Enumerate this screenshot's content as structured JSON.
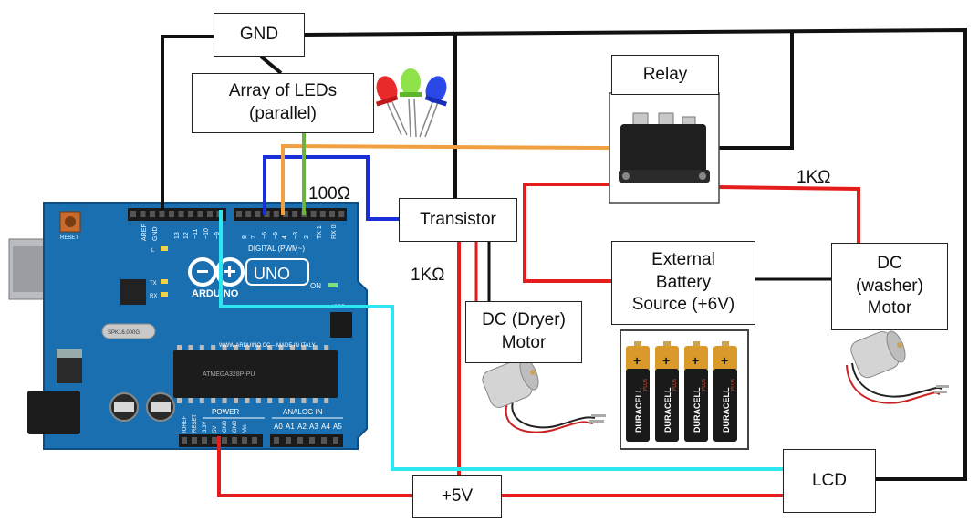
{
  "labels": {
    "gnd": "GND",
    "leds": "Array of LEDs\n(parallel)",
    "relay": "Relay",
    "transistor": "Transistor",
    "battery": "External\nBattery\nSource (+6V)",
    "dryer": "DC (Dryer)\nMotor",
    "washer": "DC\n(washer)\nMotor",
    "lcd": "LCD",
    "vcc": "+5V",
    "r_led": "100Ω",
    "r_transistor": "1KΩ",
    "r_relay": "1KΩ"
  },
  "board": {
    "reset": "RESET",
    "aref": "AREF",
    "gnd": "GND",
    "pins_digital": [
      "13",
      "12",
      "~11",
      "~10",
      "~9",
      "8",
      "7",
      "~6",
      "~5",
      "4",
      "~3",
      "2",
      "TX 1",
      "RX 0"
    ],
    "digital": "DIGITAL (PWM~)",
    "logo": "UNO",
    "brand": "ARDUINO",
    "on": "ON",
    "icsp": "ICSP",
    "tx": "TX",
    "rx": "RX",
    "l": "L",
    "crystal": "SPK16.000G",
    "url": "WWW.ARDUINO.CC – MADE IN ITALY",
    "chip": "ATMEGA328P-PU",
    "power": "POWER",
    "analog": "ANALOG IN",
    "power_pins": [
      "IOREF",
      "RESET",
      "3.3V",
      "5V",
      "GND",
      "GND",
      "Vin"
    ],
    "analog_pins": [
      "A0",
      "A1",
      "A2",
      "A3",
      "A4",
      "A5"
    ]
  },
  "battery_cells": {
    "brand": "DURACELL",
    "sub": "PLUS",
    "plus": "+"
  },
  "colors": {
    "wire_black": "#111111",
    "wire_red": "#e41c1c",
    "wire_blue": "#1a2fd6",
    "wire_orange": "#f0a040",
    "wire_green": "#6db33f",
    "wire_cyan": "#2ee6f0",
    "board_blue": "#1a6fb0"
  }
}
